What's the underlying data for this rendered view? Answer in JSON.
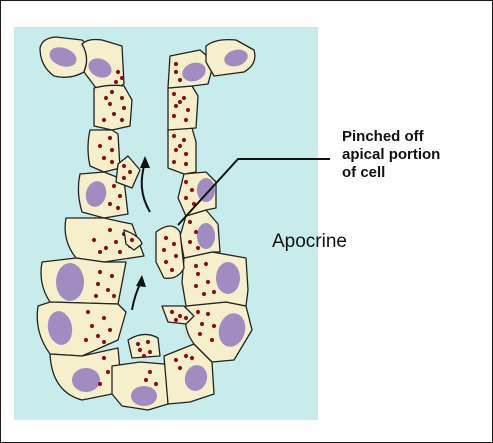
{
  "callout_label": {
    "lines": [
      "Pinched off",
      "apical portion",
      "of cell"
    ]
  },
  "secretion_type": "Apocrine",
  "colors": {
    "background_panel": "#c8ecec",
    "cell_fill": "#f5efcb",
    "cell_outline": "#222222",
    "nucleus": "#a08cc0",
    "secretory_granule": "#8b1020"
  }
}
